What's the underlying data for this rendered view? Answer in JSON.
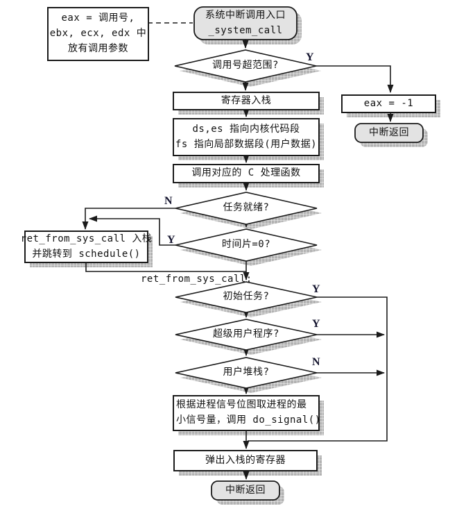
{
  "colors": {
    "line": "#1a1a1a",
    "box_fill": "#ffffff",
    "terminal_fill": "#e3e3e3",
    "shadow_gray": "#b2b2b2",
    "background": "#ffffff"
  },
  "nodes": {
    "note": {
      "lines": [
        "eax = 调用号,",
        "ebx, ecx, edx 中",
        "放有调用参数"
      ]
    },
    "entry": {
      "lines": [
        "系统中断调用入口",
        "_system_call"
      ]
    },
    "call_range": "调用号超范围?",
    "eax_result": "eax = -1",
    "interrupt_return_top": "中断返回",
    "push_registers": "寄存器入栈",
    "segments": {
      "lines": [
        "ds,es 指向内核代码段",
        "fs 指向局部数据段(用户数据)"
      ]
    },
    "call_c": "调用对应的 C 处理函数",
    "task_ready": "任务就绪?",
    "timeslice": "时间片=0?",
    "schedule": {
      "lines": [
        "ret_from_sys_call 入栈",
        "并跳转到 schedule()"
      ]
    },
    "ret_label": "ret_from_sys_call:",
    "initial_task": "初始任务?",
    "superuser": "超级用户程序?",
    "user_stack": "用户堆栈?",
    "do_signal": {
      "lines": [
        "根据进程信号位图取进程的最",
        "小信号量，调用 do_signal()"
      ]
    },
    "pop_registers": "弹出入栈的寄存器",
    "interrupt_return_bottom": "中断返回"
  },
  "branch_labels": {
    "call_range_y": "Y",
    "task_ready_n": "N",
    "timeslice_y": "Y",
    "initial_task_y": "Y",
    "superuser_y": "Y",
    "user_stack_n": "N"
  }
}
